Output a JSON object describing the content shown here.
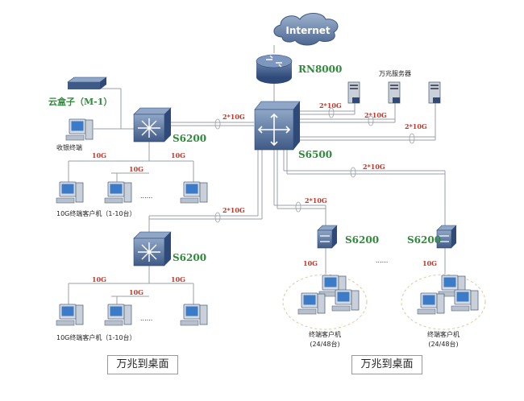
{
  "internet": "Internet",
  "router": "RN8000",
  "core_switch": "S6500",
  "left_switch_top": "S6200",
  "left_switch_bottom": "S6200",
  "right_switch_1": "S6200",
  "right_switch_2": "S6200",
  "cloud_box": "云盒子（M-1）",
  "servers_label": "万兆服务器",
  "cashier": "收银终端",
  "client_group_top": "10G终端客户机（1-10台）",
  "client_group_bottom": "10G终端客户机（1-10台）",
  "terminal_group_1_line1": "终端客户机",
  "terminal_group_1_line2": "(24/48台)",
  "terminal_group_2_line1": "终端客户机",
  "terminal_group_2_line2": "(24/48台)",
  "link_2x10g": "2*10G",
  "link_10g": "10G",
  "dots": "......",
  "caption_left": "万兆到桌面",
  "caption_right": "万兆到桌面"
}
